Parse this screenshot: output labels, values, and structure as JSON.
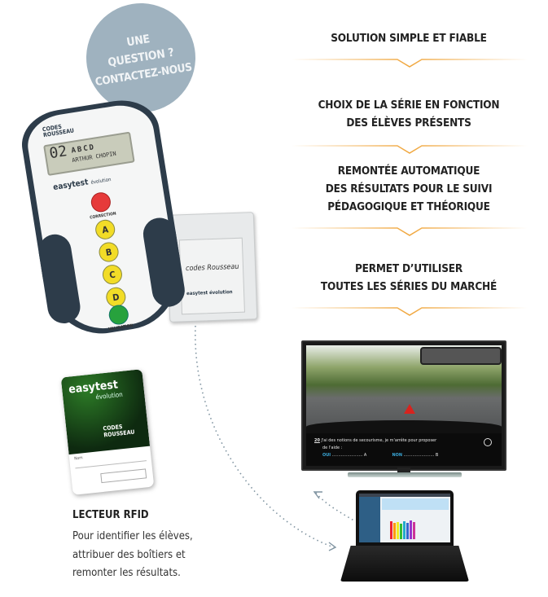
{
  "contact_bubble": {
    "lines": [
      "UNE",
      "QUESTION ?",
      "CONTACTEZ-NOUS"
    ],
    "color": "#9fb2bf"
  },
  "features": [
    {
      "lines": [
        "SOLUTION SIMPLE ET FIABLE"
      ]
    },
    {
      "lines": [
        "CHOIX DE LA SÉRIE EN FONCTION",
        "DES ÉLÈVES PRÉSENTS"
      ]
    },
    {
      "lines": [
        "REMONTÉE AUTOMATIQUE",
        "DES RÉSULTATS POUR LE SUIVI",
        "PÉDAGOGIQUE ET THÉORIQUE"
      ]
    },
    {
      "lines": [
        "PERMET D’UTILISER",
        "TOUTES LES SÉRIES DU MARCHÉ"
      ]
    }
  ],
  "accent_color": "#f0a53a",
  "remote": {
    "brand": [
      "CODES",
      "ROUSSEAU"
    ],
    "lcd_number": "02",
    "lcd_answers": "ABCD",
    "lcd_name": "ARTHUR CHOPIN",
    "product": "easytest",
    "product_suffix": "évolution",
    "correction_label": "CORRECTION",
    "validation_label": "VALIDATION",
    "buttons": [
      "A",
      "B",
      "C",
      "D"
    ]
  },
  "receiver": {
    "brand": "codes Rousseau",
    "product": "easytest évolution"
  },
  "card": {
    "product": "easytest",
    "suffix": "évolution",
    "brand": [
      "CODES",
      "ROUSSEAU"
    ],
    "name_label": "Nom"
  },
  "rfid": {
    "title": "LECTEUR RFID",
    "body": [
      "Pour identifier les élèves,",
      "attribuer des boîtiers et",
      "remonter les résultats."
    ]
  },
  "tv": {
    "question_number": "20",
    "question": "J'ai des notions de secourisme, je m'arrête pour proposer",
    "question_cont": "de l'aide :",
    "answer_a_label": "OUI",
    "answer_a_dots": "........................ A",
    "answer_b_label": "NON",
    "answer_b_dots": "........................ B"
  }
}
